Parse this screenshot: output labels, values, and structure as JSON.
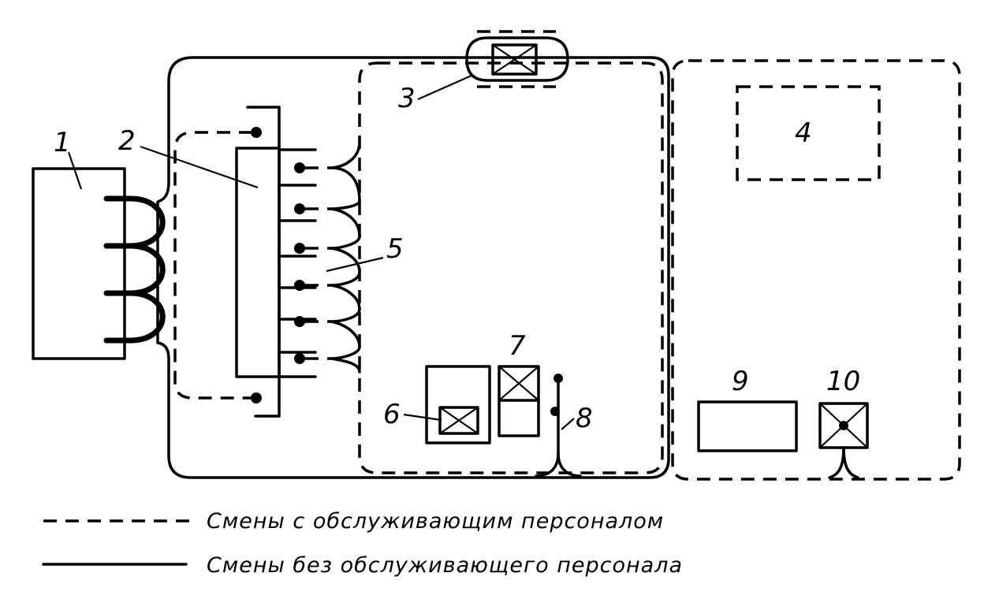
{
  "labels": {
    "n1": "1",
    "n2": "2",
    "n3": "3",
    "n4": "4",
    "n5": "5",
    "n6": "6",
    "n7": "7",
    "n8": "8",
    "n9": "9",
    "n10": "10"
  },
  "legend": {
    "dashed_text": "Смены с обслуживающим персоналом",
    "solid_text": "Смены без обслуживающего персонала"
  }
}
